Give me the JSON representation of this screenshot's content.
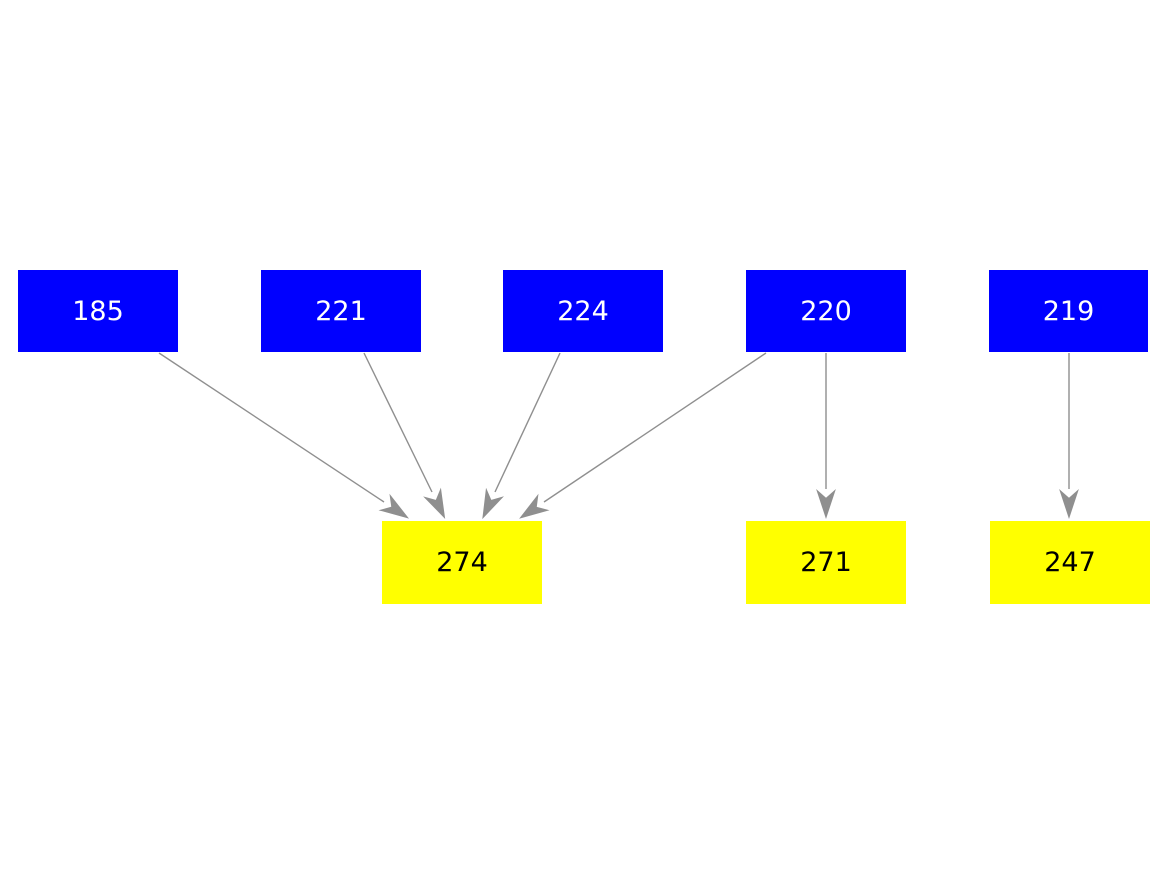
{
  "diagram_title": "",
  "nodes": [
    {
      "id": "185",
      "label": "185",
      "row": "top",
      "type": "source"
    },
    {
      "id": "221",
      "label": "221",
      "row": "top",
      "type": "source"
    },
    {
      "id": "224",
      "label": "224",
      "row": "top",
      "type": "source"
    },
    {
      "id": "220",
      "label": "220",
      "row": "top",
      "type": "source"
    },
    {
      "id": "219",
      "label": "219",
      "row": "top",
      "type": "source"
    },
    {
      "id": "274",
      "label": "274",
      "row": "bottom",
      "type": "sink"
    },
    {
      "id": "271",
      "label": "271",
      "row": "bottom",
      "type": "sink"
    },
    {
      "id": "247",
      "label": "247",
      "row": "bottom",
      "type": "sink"
    }
  ],
  "edges": [
    {
      "from": "185",
      "to": "274"
    },
    {
      "from": "221",
      "to": "274"
    },
    {
      "from": "224",
      "to": "274"
    },
    {
      "from": "220",
      "to": "274"
    },
    {
      "from": "220",
      "to": "271"
    },
    {
      "from": "219",
      "to": "247"
    }
  ],
  "colors": {
    "source_node_fill": "#0000ff",
    "source_node_text": "#ffffff",
    "sink_node_fill": "#ffff00",
    "sink_node_text": "#000000",
    "edge": "#8f8f8f",
    "background": "#ffffff"
  }
}
